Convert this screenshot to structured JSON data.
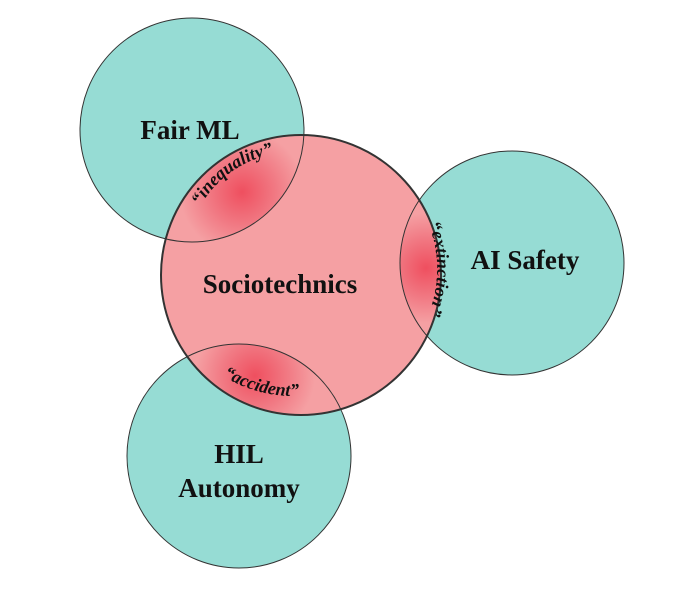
{
  "colors": {
    "outer_fill": "#96dcd4",
    "center_fill": "#f5a0a3",
    "overlap_hot": "#ef4f5f",
    "stroke": "#333333"
  },
  "center": {
    "label": "Sociotechnics"
  },
  "outer": {
    "fair_ml": {
      "label": "Fair ML"
    },
    "ai_safety": {
      "label": "AI Safety"
    },
    "hil_autonomy": {
      "line1": "HIL",
      "line2": "Autonomy"
    }
  },
  "overlaps": {
    "fair_ml": "“inequality”",
    "ai_safety": "“extinction”",
    "hil_autonomy": "“accident”"
  }
}
